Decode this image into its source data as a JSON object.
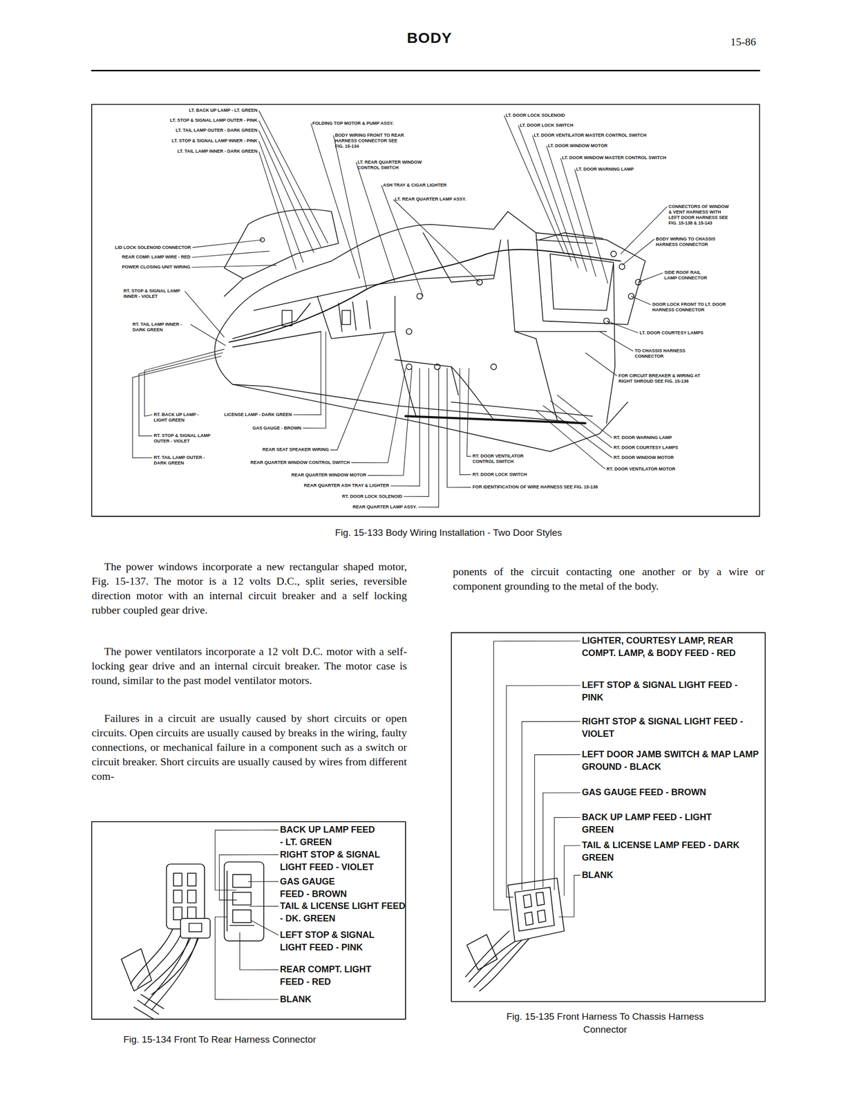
{
  "diagram": {
    "title": "BODY",
    "caption": "Fig. 15-133 Body Wiring Installation - Two Door Styles",
    "labels": [
      "15-86",
      "LT. BACK UP LAMP - LT. GREEN",
      "LT. STOP & SIGNAL LAMP OUTER - PINK",
      "LT. TAIL LAMP OUTER - DARK GREEN",
      "LT. STOP & SIGNAL LAMP INNER - PINK",
      "LT. TAIL LAMP INNER - DARK GREEN",
      "FOLDING TOP MOTOR & PUMP ASSY.",
      "BODY WIRING FRONT TO REAR HARNESS CONNECTOR SEE FIG. 15-134",
      "LT. REAR QUARTER WINDOW CONTROL SWITCH",
      "ASH TRAY & CIGAR LIGHTER",
      "LT. REAR QUARTER LAMP ASSY.",
      "LT. DOOR LOCK SOLENOID",
      "LT. DOOR LOCK SWITCH",
      "LT. DOOR VENTILATOR MASTER CONTROL SWITCH",
      "LT. DOOR WINDOW MOTOR",
      "LT. DOOR WINDOW MASTER CONTROL SWITCH",
      "LT. DOOR WARNING LAMP",
      "CONNECTORS OF WINDOW & VENT HARNESS WITH LEFT DOOR HARNESS SEE FIG. 15-138 & 15-143",
      "BODY WIRING TO CHASSIS HARNESS CONNECTOR",
      "SIDE ROOF RAIL LAMP CONNECTOR",
      "DOOR LOCK FRONT TO LT. DOOR HARNESS CONNECTOR",
      "LT. DOOR COURTESY LAMPS",
      "TO CHASSIS HARNESS CONNECTOR",
      "FOR CIRCUIT BREAKER & WIRING AT RIGHT SHROUD SEE FIG. 15-136",
      "LID LOCK SOLENOID CONNECTOR",
      "REAR COMP. LAMP WIRE - RED",
      "POWER CLOSING UNIT WIRING",
      "RT. STOP & SIGNAL LAMP INNER - VIOLET",
      "RT. TAIL LAMP INNER - DARK GREEN",
      "RT. BACK UP LAMP - LIGHT GREEN",
      "LICENSE LAMP - DARK GREEN",
      "GAS GAUGE - BROWN",
      "RT. STOP & SIGNAL LAMP OUTER - VIOLET",
      "REAR SEAT SPEAKER WIRING",
      "RT. TAIL LAMP OUTER - DARK GREEN",
      "REAR QUARTER WINDOW CONTROL SWITCH",
      "REAR QUARTER WINDOW MOTOR",
      "REAR QUARTER ASH TRAY & LIGHTER",
      "RT. DOOR LOCK SOLENOID",
      "REAR QUARTER LAMP ASSY.",
      "RT. DOOR VENTILATOR CONTROL SWITCH",
      "RT. DOOR LOCK SWITCH",
      "FOR IDENTIFICATION OF WIRE HARNESS SEE FIG. 15-136",
      "RT. DOOR WARNING LAMP",
      "RT. DOOR COURTESY LAMPS",
      "RT. DOOR WINDOW MOTOR",
      "RT. DOOR VENTILATOR MOTOR",
      "The power windows incorporate a new rectangular shaped motor, Fig. 15-137. The motor is a 12 volts D.C., split series, reversible direction motor with an internal circuit breaker and a self locking rubber coupled gear drive.",
      "The power ventilators incorporate a 12 volt D.C. motor with a self-locking gear drive and an internal circuit breaker. The motor case is round, similar to the past model ventilator motors.",
      "Failures in a circuit are usually caused by short circuits or open circuits. Open circuits are usually caused by breaks in the wiring, faulty connections, or mechanical failure in a component such as a switch or circuit breaker. Short circuits are usually caused by wires from different com-",
      "ponents of the circuit contacting one another or by a wire or component grounding to the metal of the body.",
      "BACK UP LAMP FEED - LT. GREEN",
      "RIGHT STOP & SIGNAL LIGHT FEED - VIOLET",
      "GAS GAUGE FEED - BROWN",
      "TAIL & LICENSE LIGHT FEED - DK. GREEN",
      "LEFT STOP & SIGNAL LIGHT FEED - PINK",
      "REAR COMPT. LIGHT FEED - RED",
      "BLANK",
      "Fig. 15-134 Front To Rear Harness Connector",
      "LIGHTER, COURTESY LAMP, REAR COMPT. LAMP, & BODY FEED - RED",
      "LEFT STOP & SIGNAL LIGHT FEED - PINK",
      "RIGHT STOP & SIGNAL LIGHT FEED - VIOLET",
      "LEFT DOOR JAMB SWITCH & MAP LAMP GROUND - BLACK",
      "GAS GAUGE FEED - BROWN",
      "BACK UP LAMP FEED - LIGHT GREEN",
      "TAIL & LICENSE LAMP FEED - DARK GREEN",
      "BLANK",
      "Fig. 15-135 Front Harness To Chassis Harness Connector"
    ]
  }
}
